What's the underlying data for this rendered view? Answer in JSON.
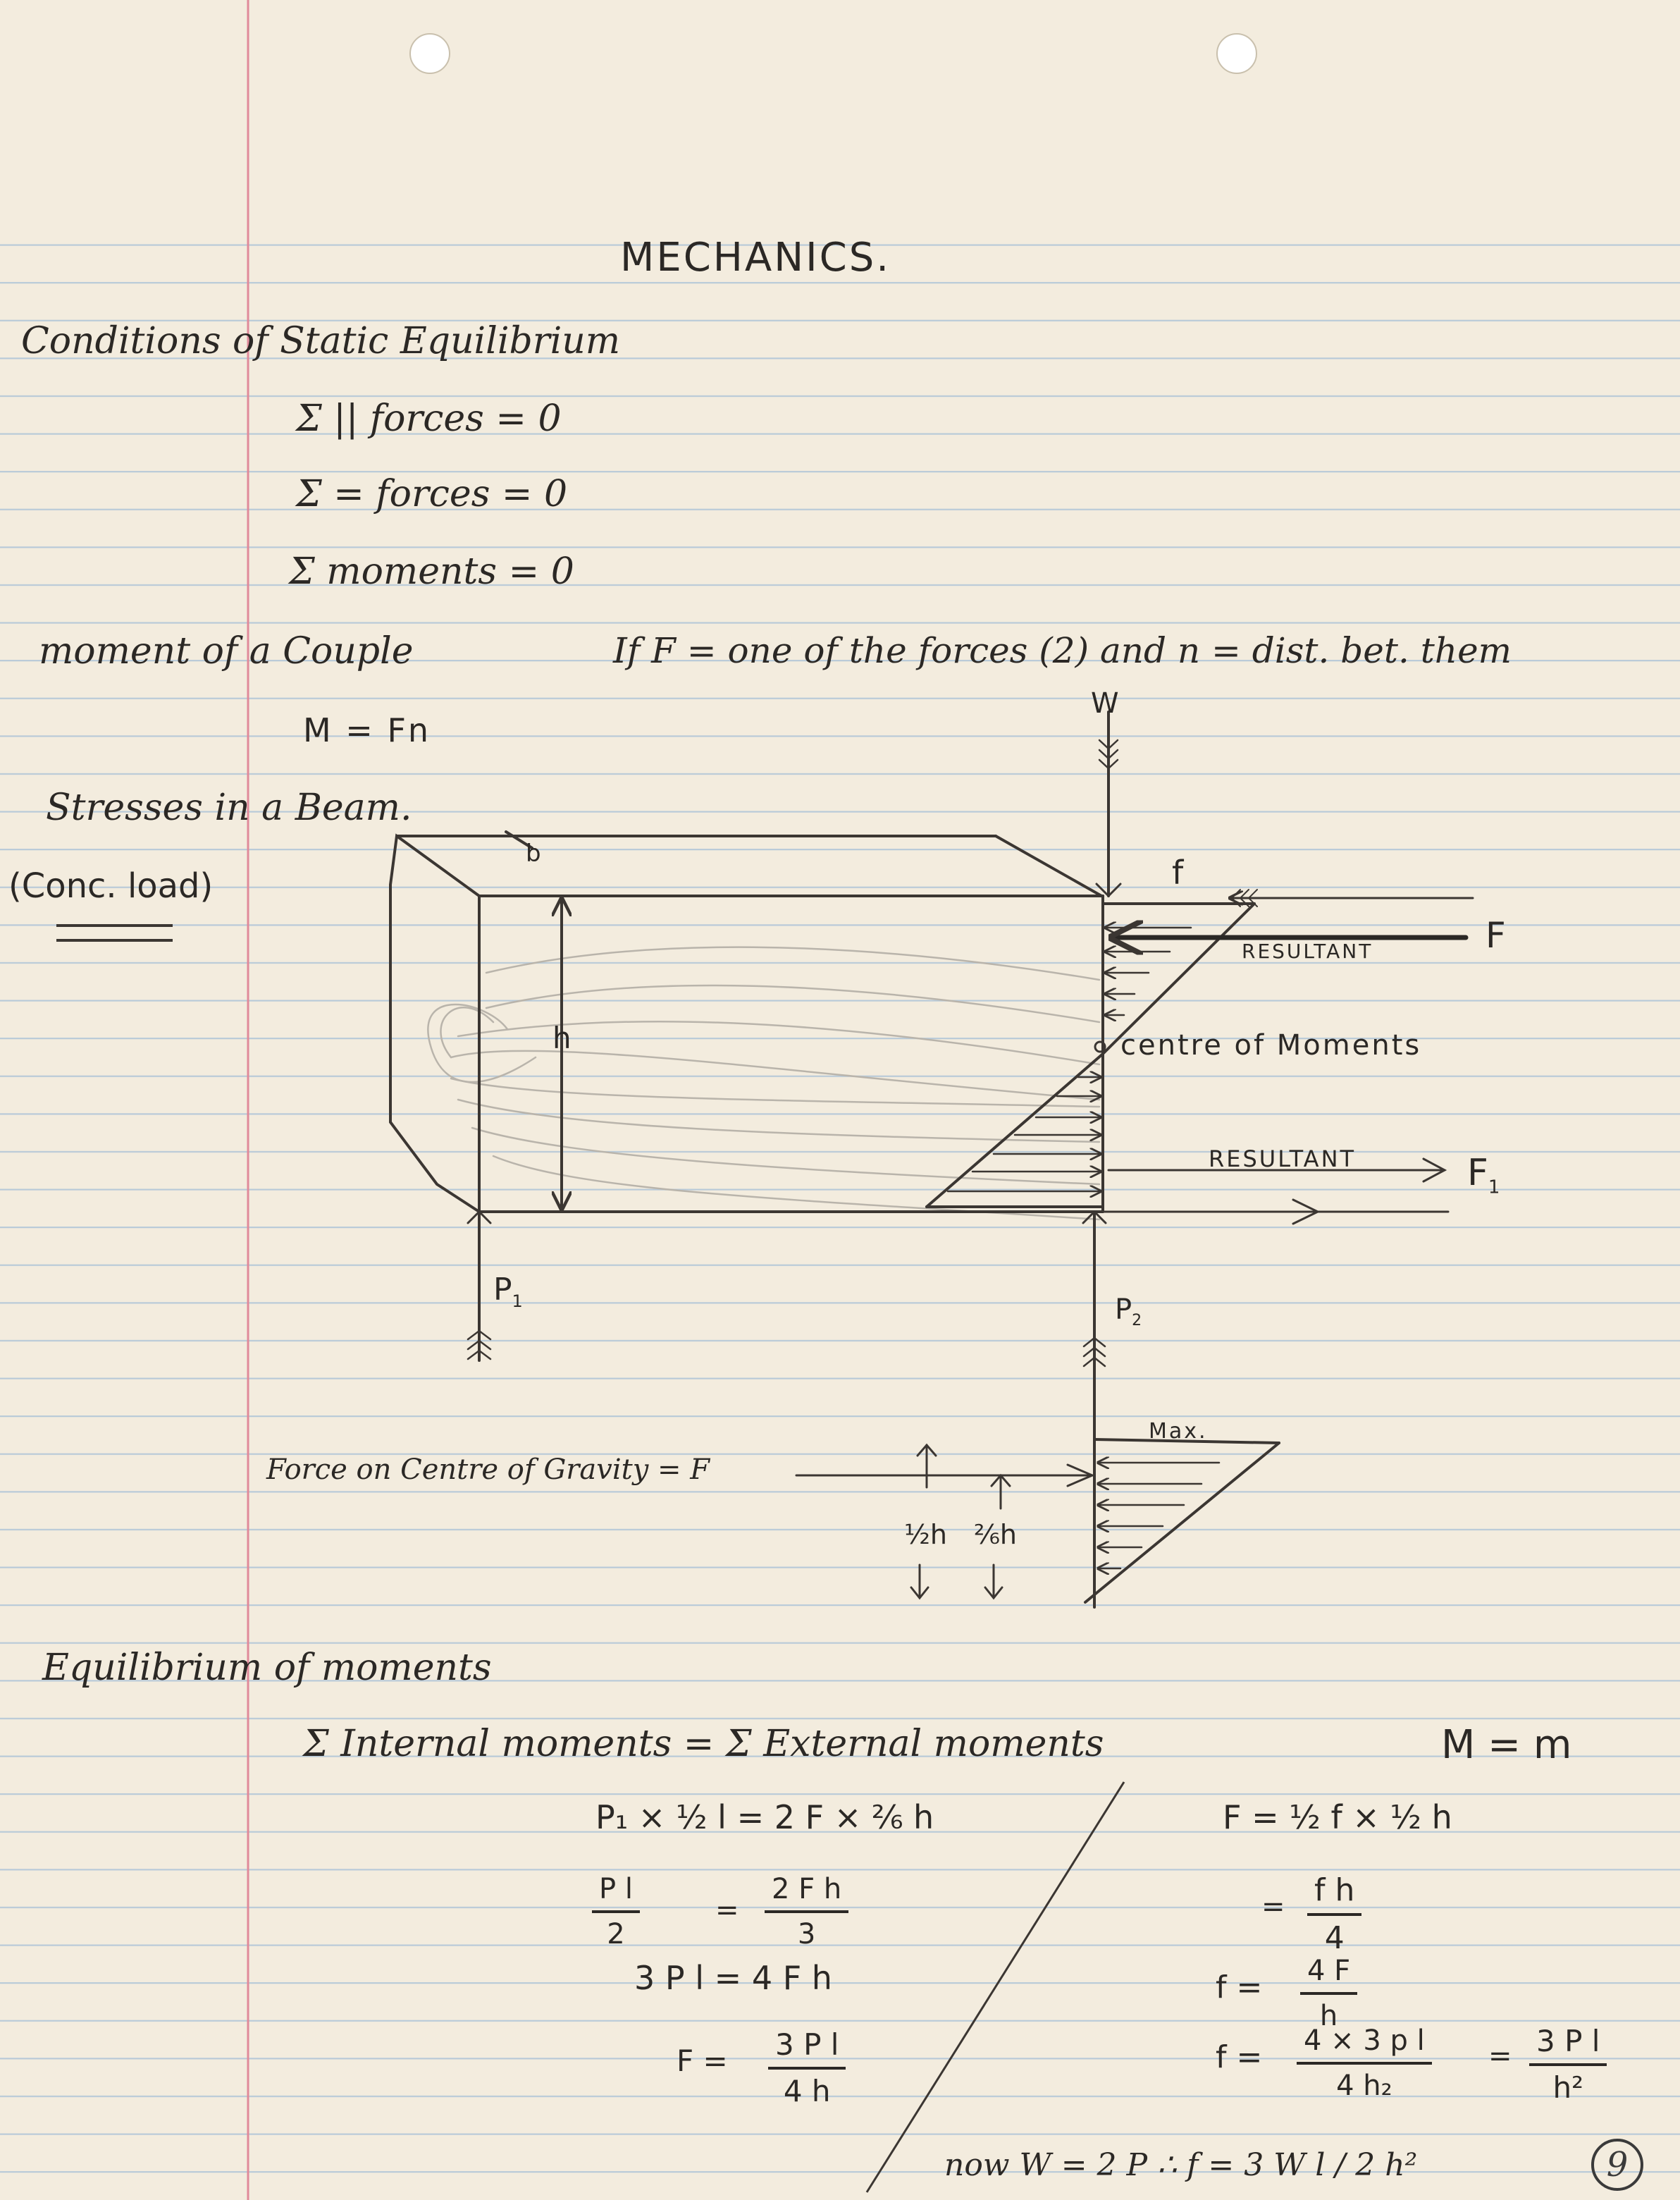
{
  "page": {
    "title": "MECHANICS.",
    "page_number": "9"
  },
  "conditions": {
    "heading": "Conditions of Static Equilibrium",
    "eq1": "Σ || forces = 0",
    "eq2": "Σ = forces = 0",
    "eq3": "Σ moments = 0"
  },
  "couple": {
    "heading": "moment of a Couple",
    "note": "If F = one of the forces (2) and n = dist. bet. them",
    "formula": "M = Fn"
  },
  "beam": {
    "heading": "Stresses in a Beam.",
    "subheading": "(Conc. load)",
    "label_w": "W",
    "label_b": "b",
    "label_h": "h",
    "label_f": "f",
    "label_F": "F",
    "label_F1": "F",
    "label_F1_sub": "1",
    "label_resultant_top": "RESULTANT",
    "label_resultant_bottom": "RESULTANT",
    "label_centre": "centre of Moments",
    "label_P1": "P",
    "label_P1_sub": "1",
    "label_P2": "P",
    "label_P2_sub": "2"
  },
  "gravity": {
    "label": "Force on Centre of Gravity = F",
    "max_label": "Max.",
    "half_h": "½h",
    "two_sixths_h": "²⁄₆h"
  },
  "moments": {
    "heading": "Equilibrium of moments",
    "statement": "Σ Internal moments = Σ External moments",
    "m_eq": "M = m",
    "left": {
      "l1": "P₁ × ½ l = 2 F × ²⁄₆ h",
      "l2_num_a": "P l",
      "l2_den_a": "2",
      "l2_eq": "=",
      "l2_num_b": "2 F h",
      "l2_den_b": "3",
      "l3": "3 P l = 4 F h",
      "l4_lhs": "F =",
      "l4_num": "3 P l",
      "l4_den": "4 h"
    },
    "right": {
      "r1": "F = ½ f × ½ h",
      "r2_lhs": "=",
      "r2_num": "f h",
      "r2_den": "4",
      "r3_lhs": "f =",
      "r3_num": "4 F",
      "r3_den": "h",
      "r4_lhs": "f =",
      "r4_num_a": "4 × 3 p l",
      "r4_den_a": "4 h₂",
      "r4_eq": "=",
      "r4_num_b": "3 P l",
      "r4_den_b": "h²"
    },
    "footer": "now W = 2 P ∴ f = 3 W l / 2 h²"
  }
}
